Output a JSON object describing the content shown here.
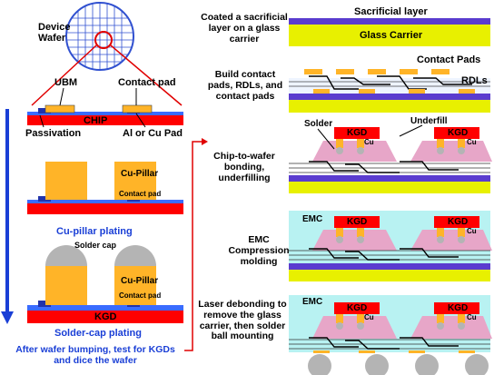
{
  "wafer": {
    "title_line1": "Device",
    "title_line2": "Wafer"
  },
  "left": {
    "ubm": "UBM",
    "contact_pad": "Contact pad",
    "chip": "CHIP",
    "passivation": "Passivation",
    "al_cu_pad": "Al or Cu Pad",
    "cu_pillar": "Cu-Pillar",
    "contact_pad_small": "Contact pad",
    "cu_pillar_plating": "Cu-pillar plating",
    "solder_cap": "Solder cap",
    "cu_pillar_2": "Cu-Pillar",
    "contact_pad_small_2": "Contact pad",
    "kgd": "KGD",
    "solder_cap_plating": "Solder-cap plating",
    "bottom_line1": "After wafer bumping, test for KGDs",
    "bottom_line2": "and dice the wafer"
  },
  "right": {
    "step1_line1": "Coated a sacrificial",
    "step1_line2": "layer on a glass",
    "step1_line3": "carrier",
    "sacrificial_layer": "Sacrificial layer",
    "glass_carrier": "Glass Carrier",
    "step2_line1": "Build contact",
    "step2_line2": "pads, RDLs, and",
    "step2_line3": "contact pads",
    "contact_pads": "Contact Pads",
    "rdls": "RDLs",
    "step3_line1": "Chip-to-wafer",
    "step3_line2": "bonding,",
    "step3_line3": "underfilling",
    "solder": "Solder",
    "underfill": "Underfill",
    "kgd": "KGD",
    "cu": "Cu",
    "step4_line1": "EMC",
    "step4_line2": "Compression",
    "step4_line3": "molding",
    "emc": "EMC",
    "step5_line1": "Laser debonding to",
    "step5_line2": "remove the glass",
    "step5_line3": "carrier, then solder",
    "step5_line4": "ball mounting"
  },
  "colors": {
    "chip_red": "#ff0000",
    "pad_orange": "#ffb428",
    "passivation_blue": "#3a6cff",
    "glass_yellow": "#e8f000",
    "sacrificial_purple": "#5a3ccf",
    "emc_cyan": "#b8f2f2",
    "underfill_pink": "#e7a6c8",
    "label_blue": "#1a3fd6",
    "solder_gray": "#b4b4b4"
  }
}
